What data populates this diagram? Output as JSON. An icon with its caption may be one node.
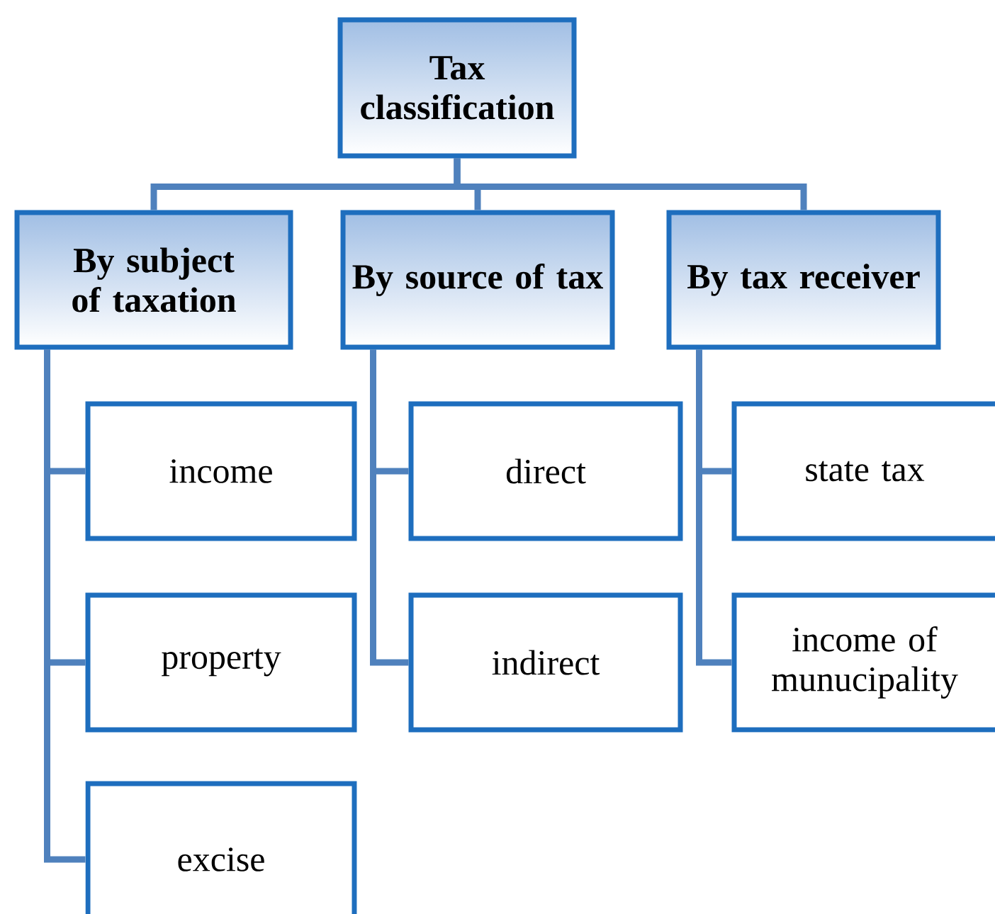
{
  "diagram": {
    "nodes": [
      {
        "text": [
          "Tax classification"
        ]
      },
      {
        "text": [
          "By subject of taxation"
        ]
      },
      {
        "text": [
          "By source of tax"
        ]
      },
      {
        "text": [
          "By tax receiver"
        ]
      },
      {
        "text": [
          "income"
        ]
      },
      {
        "text": [
          "property"
        ]
      },
      {
        "text": [
          "excise"
        ]
      },
      {
        "text": [
          "direct"
        ]
      },
      {
        "text": [
          "indirect"
        ]
      },
      {
        "text": [
          "state tax"
        ]
      },
      {
        "text": [
          "income of munucipality"
        ]
      }
    ],
    "edges": [
      {
        "from": 0,
        "to": 1,
        "arrow": "none"
      },
      {
        "from": 0,
        "to": 2,
        "arrow": "none"
      },
      {
        "from": 0,
        "to": 3,
        "arrow": "none"
      },
      {
        "from": 1,
        "to": 4,
        "arrow": "none"
      },
      {
        "from": 1,
        "to": 5,
        "arrow": "none"
      },
      {
        "from": 1,
        "to": 6,
        "arrow": "none"
      },
      {
        "from": 2,
        "to": 7,
        "arrow": "none"
      },
      {
        "from": 2,
        "to": 8,
        "arrow": "none"
      },
      {
        "from": 3,
        "to": 9,
        "arrow": "none"
      },
      {
        "from": 3,
        "to": 10,
        "arrow": "none"
      }
    ]
  }
}
